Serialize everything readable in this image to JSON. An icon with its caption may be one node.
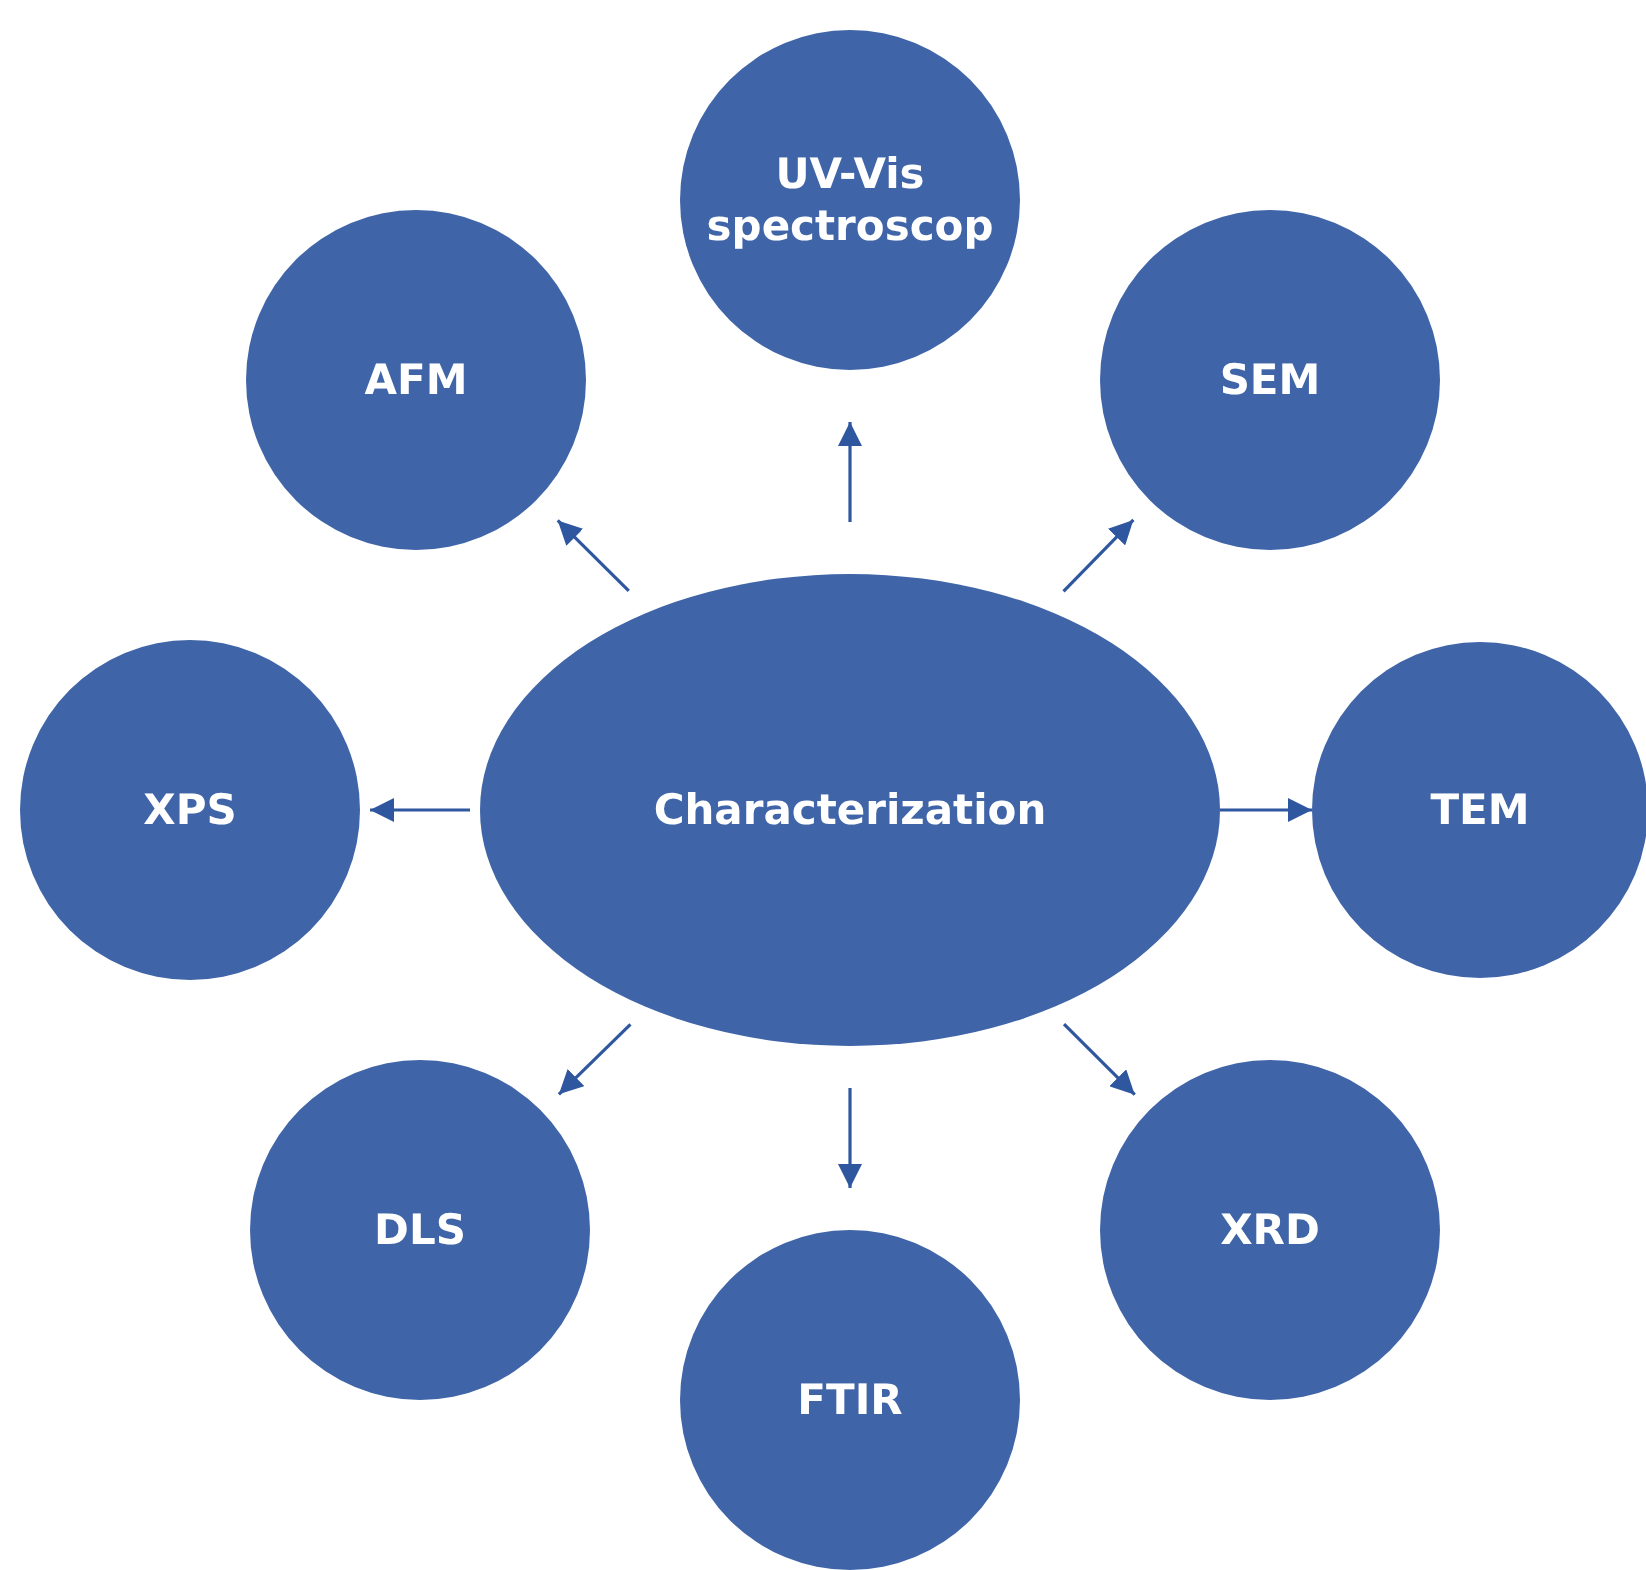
{
  "diagram": {
    "nodes": [
      {
        "text": [
          "UV-Vis spectroscop"
        ]
      },
      {
        "text": [
          "AFM"
        ]
      },
      {
        "text": [
          "SEM"
        ]
      },
      {
        "text": [
          "XPS"
        ]
      },
      {
        "text": [
          "Characterization"
        ]
      },
      {
        "text": [
          "TEM"
        ]
      },
      {
        "text": [
          "DLS"
        ]
      },
      {
        "text": [
          "XRD"
        ]
      },
      {
        "text": [
          "FTIR"
        ]
      }
    ],
    "edges": [
      {
        "from": 4,
        "to": 0,
        "arrow": "to"
      },
      {
        "from": 4,
        "to": 1,
        "arrow": "to"
      },
      {
        "from": 4,
        "to": 2,
        "arrow": "to"
      },
      {
        "from": 4,
        "to": 3,
        "arrow": "to"
      },
      {
        "from": 4,
        "to": 5,
        "arrow": "to"
      },
      {
        "from": 4,
        "to": 6,
        "arrow": "to"
      },
      {
        "from": 4,
        "to": 7,
        "arrow": "to"
      },
      {
        "from": 4,
        "to": 8,
        "arrow": "to"
      }
    ]
  }
}
